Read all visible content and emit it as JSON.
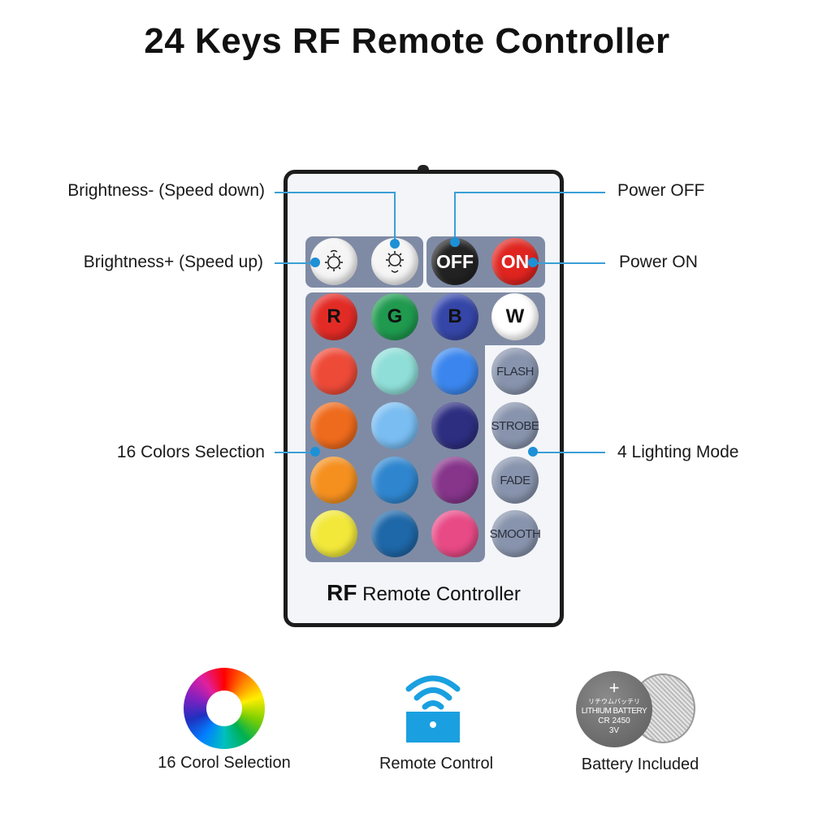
{
  "title": "24 Keys RF Remote Controller",
  "callouts": {
    "brightness_down": "Brightness- (Speed down)",
    "brightness_up": "Brightness+ (Speed up)",
    "power_off": "Power OFF",
    "power_on": "Power ON",
    "colors": "16 Colors Selection",
    "modes": "4 Lighting Mode"
  },
  "remote": {
    "off": "OFF",
    "on": "ON",
    "rgbw": [
      {
        "label": "R",
        "color": "#e32b26",
        "text": "#111"
      },
      {
        "label": "G",
        "color": "#1f9a4f",
        "text": "#111"
      },
      {
        "label": "B",
        "color": "#3546a8",
        "text": "#111"
      },
      {
        "label": "W",
        "color": "#ffffff",
        "text": "#111"
      }
    ],
    "colors": [
      "#ee4a38",
      "#8fded8",
      "#3b86ee",
      "#ee6a1c",
      "#79bdf2",
      "#2d2e80",
      "#f5901f",
      "#2f86cf",
      "#86358a",
      "#f2e83a",
      "#1e67a8",
      "#e84a86"
    ],
    "modes": [
      "FLASH",
      "STROBE",
      "FADE",
      "SMOOTH"
    ],
    "brand": "RF",
    "brand_rest": "Remote Controller",
    "accent": "#3a9fd6"
  },
  "features": {
    "colors_caption": "16 Corol Selection",
    "remote_caption": "Remote Control",
    "battery_caption": "Battery Included",
    "battery_plus": "+",
    "battery_jp": "リチウムバッテリ",
    "battery_type": "LITHIUM BATTERY",
    "battery_model": "CR 2450",
    "battery_voltage": "3V"
  }
}
